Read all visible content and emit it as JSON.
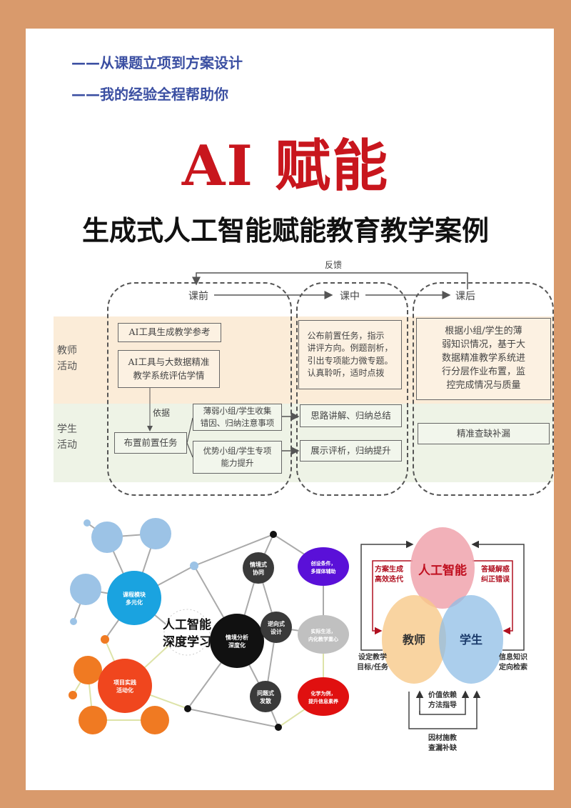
{
  "header": {
    "line1": "——从课题立项到方案设计",
    "line2": "——我的经验全程帮助你",
    "hero": "AI 赋能",
    "title": "生成式人工智能赋能教育教学案例"
  },
  "flow": {
    "feedback": "反馈",
    "stages": [
      "课前",
      "课中",
      "课后"
    ],
    "rows": {
      "teacher": "教师\n活动",
      "student": "学生\n活动"
    },
    "basis": "依据",
    "boxes": {
      "b1": "AI工具生成教学参考",
      "b2": "AI工具与大数据精准\n教学系统评估学情",
      "b3": "布置前置任务",
      "b4": "薄弱小组/学生收集\n错因、归纳注意事项",
      "b5": "优势小组/学生专项\n能力提升",
      "c1": "公布前置任务，指示\n讲评方向。例题剖析，\n引出专项能力微专题。\n认真聆听，适时点拨",
      "c2": "思路讲解、归纳总结",
      "c3": "展示评析，归纳提升",
      "d1": "根据小组/学生的薄\n弱知识情况，基于大\n数据精准教学系统进\n行分层作业布置，监\n控完成情况与质量",
      "d2": "精准查缺补漏"
    },
    "colors": {
      "teacher_band": "#fbecd8",
      "student_band": "#eef3e6"
    }
  },
  "network": {
    "center": [
      "人工智能",
      "深度学习"
    ],
    "nodes": {
      "blue_main": [
        "课程模块",
        "多元化"
      ],
      "orange_main": [
        "项目实践",
        "活动化"
      ],
      "black_main": [
        "情境分析",
        "深度化"
      ],
      "dark1": [
        "情境式",
        "协同"
      ],
      "dark2": [
        "逆向式",
        "设计"
      ],
      "dark3": [
        "问题式",
        "发散"
      ],
      "purple": [
        "创设条件，",
        "多媒体辅助"
      ],
      "gray": [
        "实际生活，",
        "内化教学重心"
      ],
      "red": [
        "化学为例，",
        "提升信息素养"
      ]
    },
    "colors": {
      "blue": "#1aa3e0",
      "light_blue": "#9cc3e6",
      "orange": "#f07a22",
      "red_orange": "#f0461e",
      "black": "#111111",
      "dark": "#3a3a3a",
      "purple": "#5a10d8",
      "gray": "#b5b5b5",
      "red": "#e01010"
    }
  },
  "venn": {
    "ai": "人工智能",
    "teacher": "教师",
    "student": "学生",
    "left_top": [
      "方案生成",
      "高效迭代"
    ],
    "right_top": [
      "答疑解惑",
      "纠正错误"
    ],
    "left_bottom": [
      "设定教学",
      "目标/任务"
    ],
    "right_bottom": [
      "信息知识",
      "定向检索"
    ],
    "center_bottom": [
      "价值依赖",
      "方法指导"
    ],
    "bottom": [
      "因材施教",
      "查漏补缺"
    ],
    "colors": {
      "ai": "#f0a3ad",
      "teacher": "#f7c98a",
      "student": "#8fbde6"
    }
  }
}
